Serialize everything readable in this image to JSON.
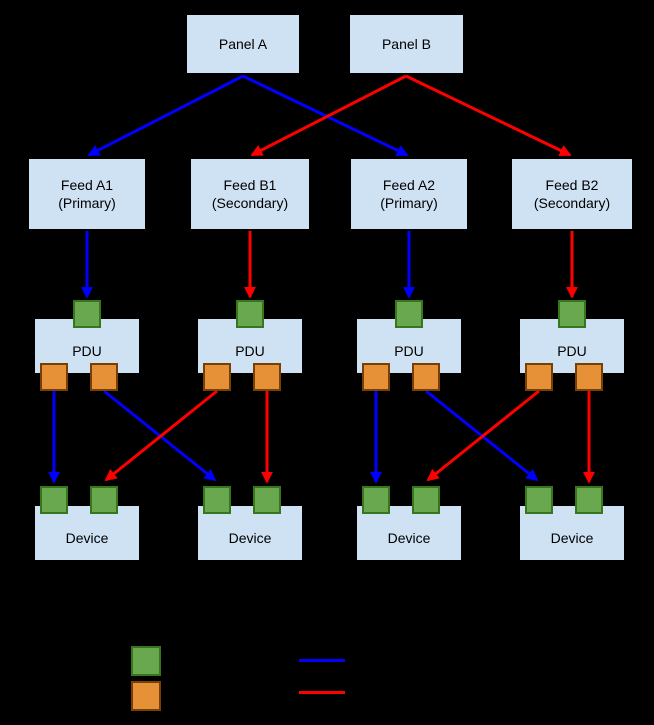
{
  "colors": {
    "background": "#000000",
    "box_fill": "#cfe2f3",
    "box_border": "#000000",
    "port_in": "#6aa84f",
    "port_in_border": "#38761d",
    "port_out": "#e69138",
    "port_out_border": "#783f04",
    "primary": "#0000ff",
    "secondary": "#ff0000",
    "text": "#000000"
  },
  "panels": [
    {
      "label": "Panel A"
    },
    {
      "label": "Panel B"
    }
  ],
  "feeds": [
    {
      "name": "Feed A1",
      "type": "(Primary)"
    },
    {
      "name": "Feed B1",
      "type": "(Secondary)"
    },
    {
      "name": "Feed A2",
      "type": "(Primary)"
    },
    {
      "name": "Feed B2",
      "type": "(Secondary)"
    }
  ],
  "pdus": [
    {
      "label": "PDU"
    },
    {
      "label": "PDU"
    },
    {
      "label": "PDU"
    },
    {
      "label": "PDU"
    }
  ],
  "devices": [
    {
      "label": "Device"
    },
    {
      "label": "Device"
    },
    {
      "label": "Device"
    },
    {
      "label": "Device"
    }
  ],
  "connections": {
    "primary": [
      "Panel A -> Feed A1 (Primary)",
      "Panel A -> Feed A2 (Primary)",
      "Feed A1 -> PDU 1 input port",
      "Feed A2 -> PDU 3 input port",
      "PDU 1 left output -> Device 1 left input",
      "PDU 1 right output -> Device 2 left input",
      "PDU 3 left output -> Device 3 left input",
      "PDU 3 right output -> Device 4 left input"
    ],
    "secondary": [
      "Panel B -> Feed B1 (Secondary)",
      "Panel B -> Feed B2 (Secondary)",
      "Feed B1 -> PDU 2 input port",
      "Feed B2 -> PDU 4 input port",
      "PDU 2 left output -> Device 1 right input",
      "PDU 2 right output -> Device 2 right input",
      "PDU 4 left output -> Device 3 right input",
      "PDU 4 right output -> Device 4 right input"
    ]
  },
  "legend": {
    "swatches": [
      "green-square-swatch",
      "orange-square-swatch",
      "blue-line-swatch",
      "red-line-swatch"
    ]
  }
}
